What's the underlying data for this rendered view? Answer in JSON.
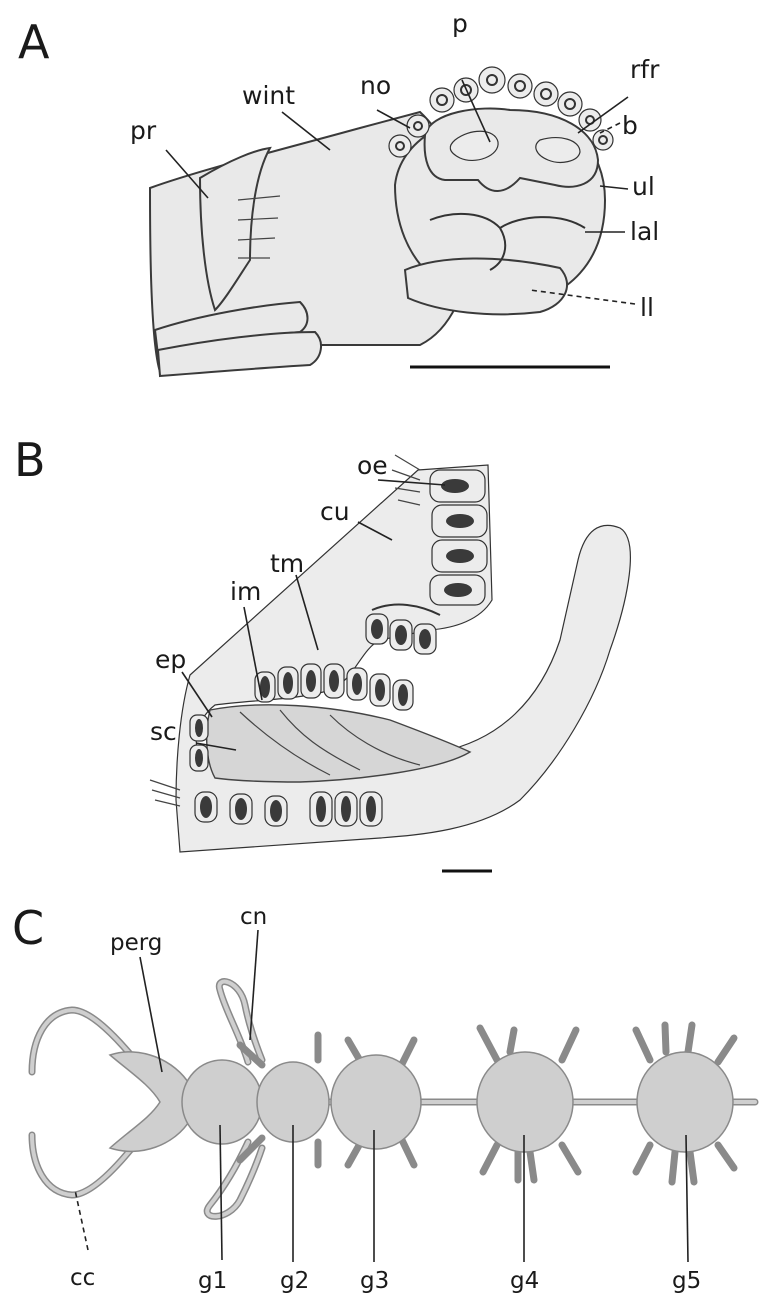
{
  "panels": {
    "a": {
      "letter": "A",
      "labels": {
        "pr": "pr",
        "wint": "wint",
        "no": "no",
        "p": "p",
        "rfr": "rfr",
        "b": "b",
        "ul": "ul",
        "lal": "lal",
        "ll": "ll"
      }
    },
    "b": {
      "letter": "B",
      "labels": {
        "oe": "oe",
        "cu": "cu",
        "tm": "tm",
        "im": "im",
        "ep": "ep",
        "sc": "sc"
      }
    },
    "c": {
      "letter": "C",
      "labels": {
        "perg": "perg",
        "cn": "cn",
        "cc": "cc",
        "g1": "g1",
        "g2": "g2",
        "g3": "g3",
        "g4": "g4",
        "g5": "g5"
      }
    }
  },
  "colors": {
    "ink": "#333333",
    "ganglion_fill": "#cfcfcf",
    "background": "#ffffff"
  }
}
